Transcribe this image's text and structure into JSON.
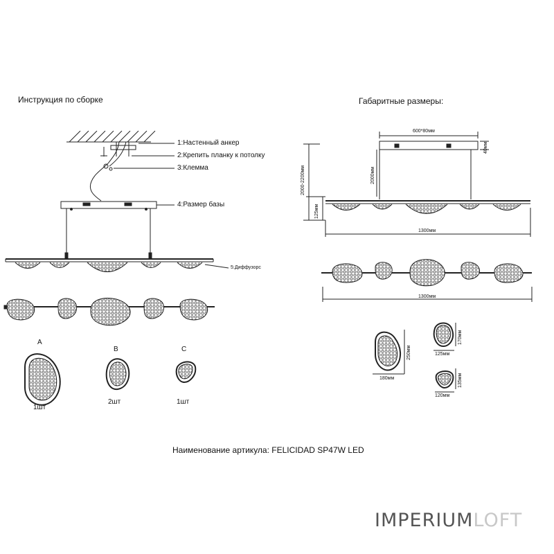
{
  "left_title": "Инструкция по сборке",
  "right_title": "Габаритные размеры:",
  "callouts": [
    "1:Настенный анкер",
    "2:Крепить планку к потолку",
    "3:Клемма",
    "4:Размер базы"
  ],
  "diffuser_label": "5:Диффузорс",
  "parts": [
    {
      "letter": "A",
      "qty": "1шт"
    },
    {
      "letter": "B",
      "qty": "2шт"
    },
    {
      "letter": "C",
      "qty": "1шт"
    }
  ],
  "dims": {
    "base": "600*80мм",
    "base_h": "40мм",
    "cable": "2000мм",
    "total_h": "2000-2200мм",
    "drop": "125мм",
    "length_side": "1300мм",
    "length_top": "1300мм",
    "a_w": "180мм",
    "a_h": "250мм",
    "b_w": "125мм",
    "b_h": "170мм",
    "c_w": "120мм",
    "c_h": "135мм"
  },
  "article": "Наименование артикула: FELICIDAD SP47W LED",
  "brand": {
    "part1": "IMPERIUM",
    "part2": "LOFT"
  },
  "colors": {
    "line": "#222222",
    "brand_dark": "#555555",
    "brand_light": "#c8c8c8"
  }
}
